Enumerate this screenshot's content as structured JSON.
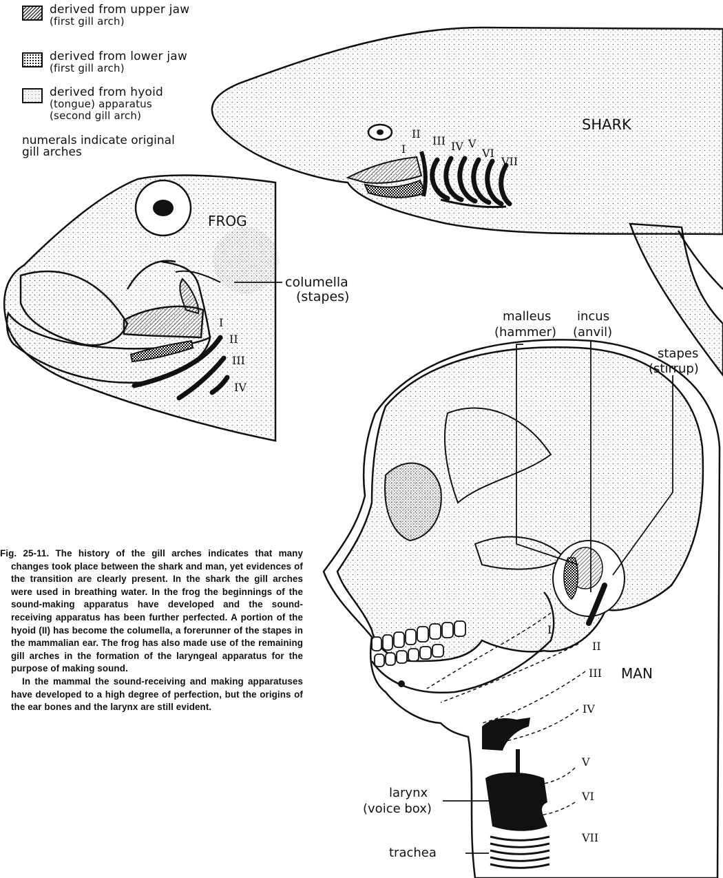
{
  "legend": {
    "upper_jaw": "derived from upper jaw",
    "upper_jaw_sub": "(first gill arch)",
    "lower_jaw": "derived from lower jaw",
    "lower_jaw_sub": "(first gill arch)",
    "hyoid": "derived from hyoid",
    "hyoid_sub1": "(tongue) apparatus",
    "hyoid_sub2": "(second gill arch)",
    "note_1": "numerals indicate original",
    "note_2": "gill arches"
  },
  "shark": {
    "title": "SHARK",
    "numerals": [
      "I",
      "II",
      "III",
      "IV",
      "V",
      "VI",
      "VII"
    ]
  },
  "frog": {
    "title": "FROG",
    "columella": "columella",
    "columella_sub": "(stapes)",
    "numerals": [
      "I",
      "II",
      "III",
      "IV"
    ]
  },
  "man": {
    "title": "MAN",
    "malleus": "malleus",
    "malleus_sub": "(hammer)",
    "incus": "incus",
    "incus_sub": "(anvil)",
    "stapes": "stapes",
    "stapes_sub": "(stirrup)",
    "larynx": "larynx",
    "larynx_sub": "(voice box)",
    "trachea": "trachea",
    "numerals": [
      "I",
      "II",
      "III",
      "IV",
      "V",
      "VI",
      "VII"
    ]
  },
  "caption": {
    "p1": "Fig. 25-11. The history of the gill arches indicates that many changes took place between the shark and man, yet evidences of the transition are clearly present. In the shark the gill arches were used in breathing water. In the frog the beginnings of the sound-making apparatus have developed and the sound-receiving apparatus has been further perfected. A portion of the hyoid (II) has become the columella, a forerunner of the stapes in the mammalian ear. The frog has also made use of the remaining gill arches in the formation of the laryngeal apparatus for the purpose of making sound.",
    "p2": "In the mammal the sound-receiving and making apparatuses have developed to a high degree of perfection, but the origins of the ear bones and the larynx are still evident."
  },
  "colors": {
    "ink": "#111111",
    "paper": "#ffffff",
    "stipple": "#777777"
  }
}
